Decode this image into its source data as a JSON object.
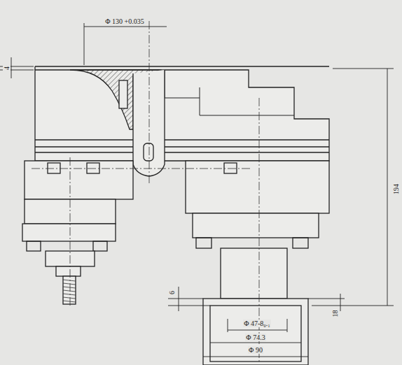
{
  "diagram": {
    "labels": [
      "Φ 130 +0.035",
      "4",
      "194",
      "6",
      "18",
      "Φ 47-8₀.₁",
      "Φ 74.3",
      "Φ 90"
    ]
  }
}
